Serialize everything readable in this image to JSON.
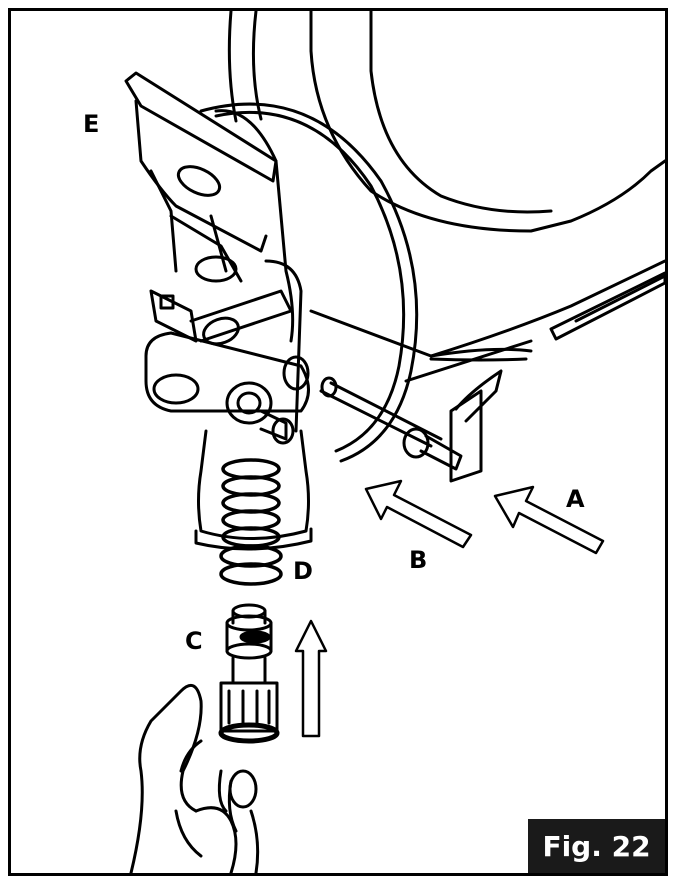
{
  "callouts": {
    "a": "A",
    "b": "B",
    "c": "C",
    "d": "D",
    "e": "E"
  },
  "figure_label": "Fig. 22",
  "colors": {
    "line": "#000000",
    "background": "#ffffff",
    "badge": "#1a1a1a",
    "badge_text": "#ffffff"
  }
}
